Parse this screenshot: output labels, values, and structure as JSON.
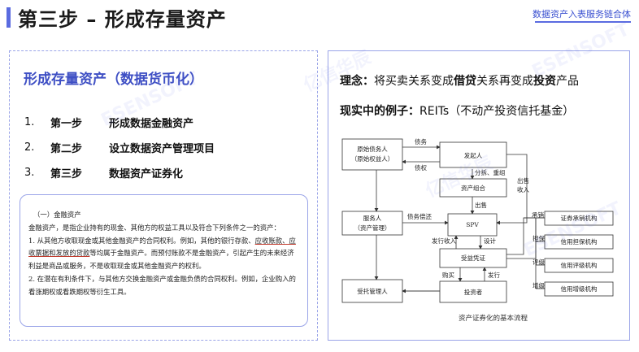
{
  "header": {
    "title": "第三步 – 形成存量资产",
    "brand": "数据资产入表服务链合体"
  },
  "left": {
    "heading": "形成存量资产（数据货币化）",
    "steps": [
      {
        "num": "1.",
        "name": "第一步",
        "desc": "形成数据金融资产"
      },
      {
        "num": "2.",
        "name": "第二步",
        "desc": "设立数据资产管理项目"
      },
      {
        "num": "3.",
        "name": "第三步",
        "desc": "数据资产证券化"
      }
    ],
    "definition": {
      "title": "（一）金融资产",
      "intro": "金融资产，是指企业持有的现金、其他方的权益工具以及符合下列条件之一的资产：",
      "item1_a": "1. 从其他方收取现金或其他金融资产的合同权利。例如，其他的银行存款、",
      "item1_b": "应收账款、应收票据和发放的贷款",
      "item1_c": "等均属于金融资产。而预付账款不是金融资产，引起产生的未来经济利益是商品或服务，不是收取现金或其他金融资产的权利。",
      "item2": "2. 在潜在有利条件下，与其他方交换金融资产或金融负债的合同权利。例如，企业购入的看涨期权或看跌期权等衍生工具。"
    }
  },
  "right": {
    "concept_label": "理念：",
    "concept_text_1": "将买卖关系变成",
    "concept_bold_1": "借贷",
    "concept_text_2": "关系再变成",
    "concept_bold_2": "投资",
    "concept_text_3": "产品",
    "example_label": "现实中的例子：",
    "example_text": "REITs（不动产投资信托基金）",
    "diagram": {
      "nodes": {
        "debtor": "原始债务人（原始权益人）",
        "originator": "发起人",
        "pool": "资产组合",
        "servicer": "服务人（资产管理）",
        "spv": "SPV",
        "certificate": "受益凭证",
        "trustee": "受托管理人",
        "investor": "投资者",
        "underwriter": "证券承销机构",
        "guarantee": "信用担保机构",
        "rating": "信用评级机构",
        "enhance": "信用增级机构"
      },
      "labels": {
        "debt": "债务",
        "claim": "债权",
        "split": "分拆、重组",
        "sell": "出售",
        "sell_income": "出售收入",
        "repay": "债务偿还",
        "issue_income": "发行收入",
        "design": "设计",
        "buy": "购买",
        "issue": "发行",
        "underwrite": "承销",
        "guarantee": "担保",
        "rate": "评级",
        "enhance": "增级"
      },
      "caption": "资产证券化的基本流程"
    }
  },
  "watermarks": [
    "亿信华辰",
    "ESENSOFT"
  ]
}
